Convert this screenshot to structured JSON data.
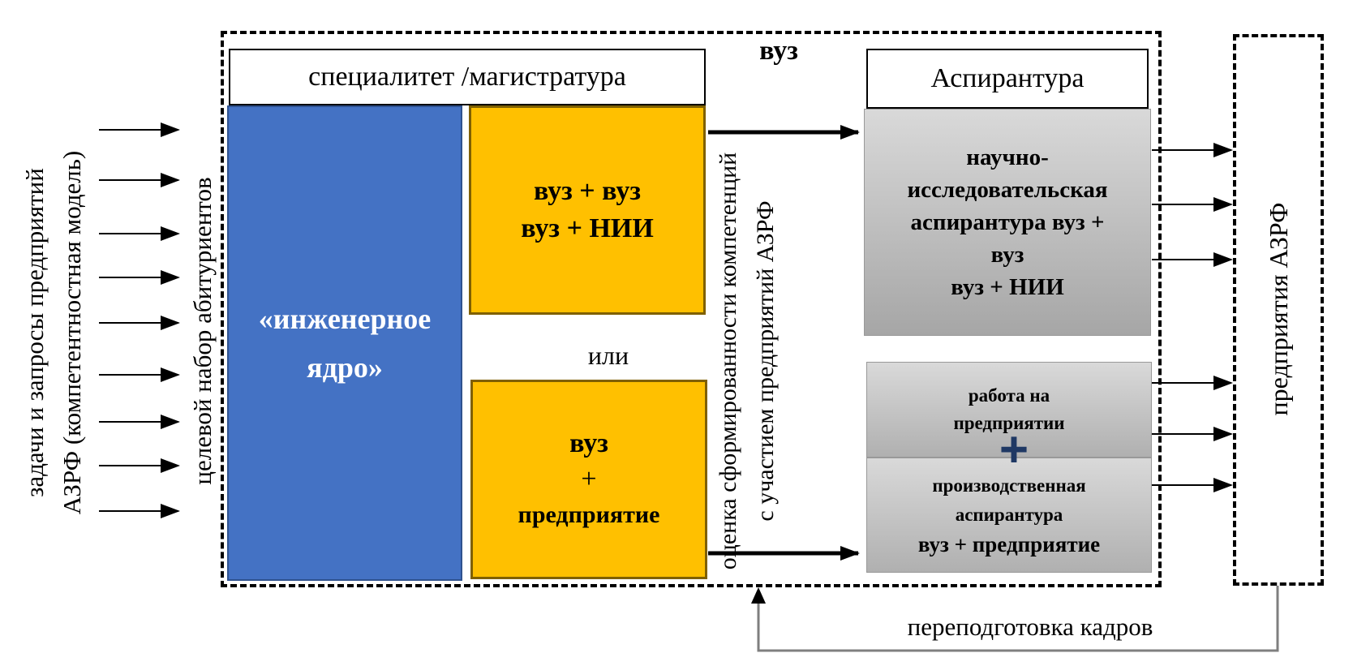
{
  "left": {
    "line1": "задачи и запросы предприятий",
    "line2": "АЗРФ (компетентностная модель)",
    "target_admission": "целевой набор абитуриентов"
  },
  "university": {
    "title": "вуз",
    "specialist_header": "специалитет /магистратура",
    "engineering_core": "«инженерное ядро»",
    "track_a_line1": "вуз + вуз",
    "track_a_line2": "вуз + НИИ",
    "or": "или",
    "track_b_line1": "вуз",
    "track_b_line2": "+",
    "track_b_line3": "предприятие",
    "assessment": "оценка сформированности компетенций с участием предприятий АЗРФ",
    "postgrad_header": "Аспирантура",
    "research_line1": "научно-",
    "research_line2": "исследовательская",
    "research_line3": "аспирантура вуз +",
    "research_line4": "вуз",
    "research_line5": "вуз + НИИ",
    "work_line1": "работа на",
    "work_line2": "предприятии",
    "plus": "+",
    "production_line1": "производственная",
    "production_line2": "аспирантура",
    "production_line3": "вуз + предприятие"
  },
  "enterprises": "предприятия АЗРФ",
  "retraining": "переподготовка кадров",
  "colors": {
    "engineering_core": "#4472c4",
    "track_boxes": "#ffc000",
    "postgrad_boxes": "#bfbfbf"
  }
}
